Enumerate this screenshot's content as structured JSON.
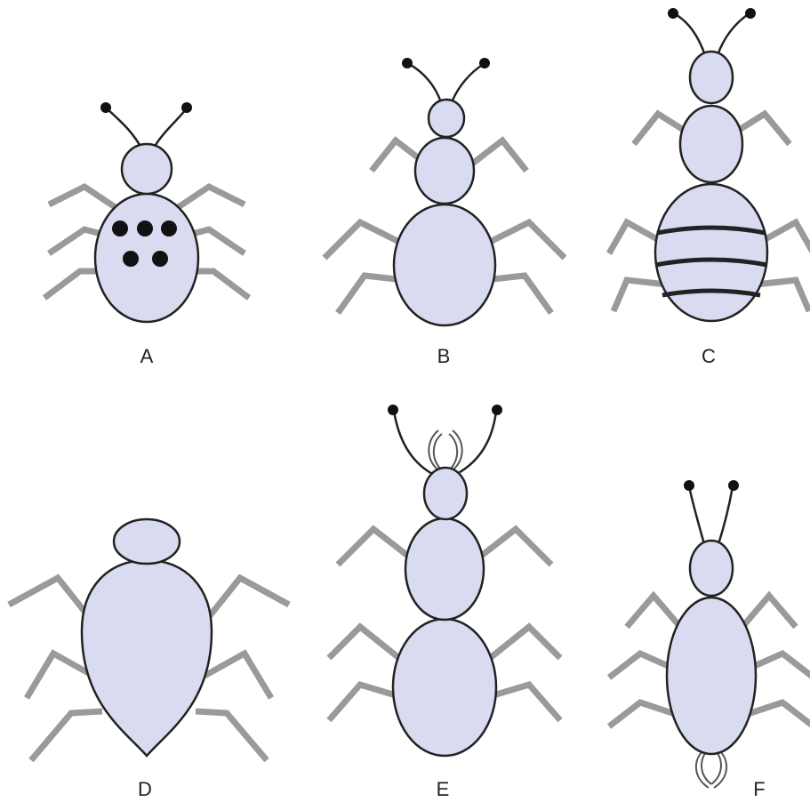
{
  "figure": {
    "insects": [
      {
        "id": "A",
        "label": "A",
        "features": [
          "antennae",
          "six-legs",
          "two-body-segments",
          "five-spots"
        ]
      },
      {
        "id": "B",
        "label": "B",
        "features": [
          "antennae",
          "six-legs",
          "three-body-segments"
        ]
      },
      {
        "id": "C",
        "label": "C",
        "features": [
          "antennae",
          "six-legs",
          "three-body-segments",
          "three-stripes"
        ]
      },
      {
        "id": "D",
        "label": "D",
        "features": [
          "six-legs",
          "two-body-segments",
          "pointed-abdomen",
          "no-antennae"
        ]
      },
      {
        "id": "E",
        "label": "E",
        "features": [
          "antennae",
          "six-legs",
          "three-body-segments",
          "front-pincers"
        ]
      },
      {
        "id": "F",
        "label": "F",
        "features": [
          "antennae",
          "six-legs",
          "two-body-segments",
          "rear-pincers"
        ]
      }
    ],
    "colors": {
      "body_fill": "#d9dcf0",
      "outline": "#222222",
      "legs": "#9a9a9a",
      "markings": "#111111"
    }
  }
}
